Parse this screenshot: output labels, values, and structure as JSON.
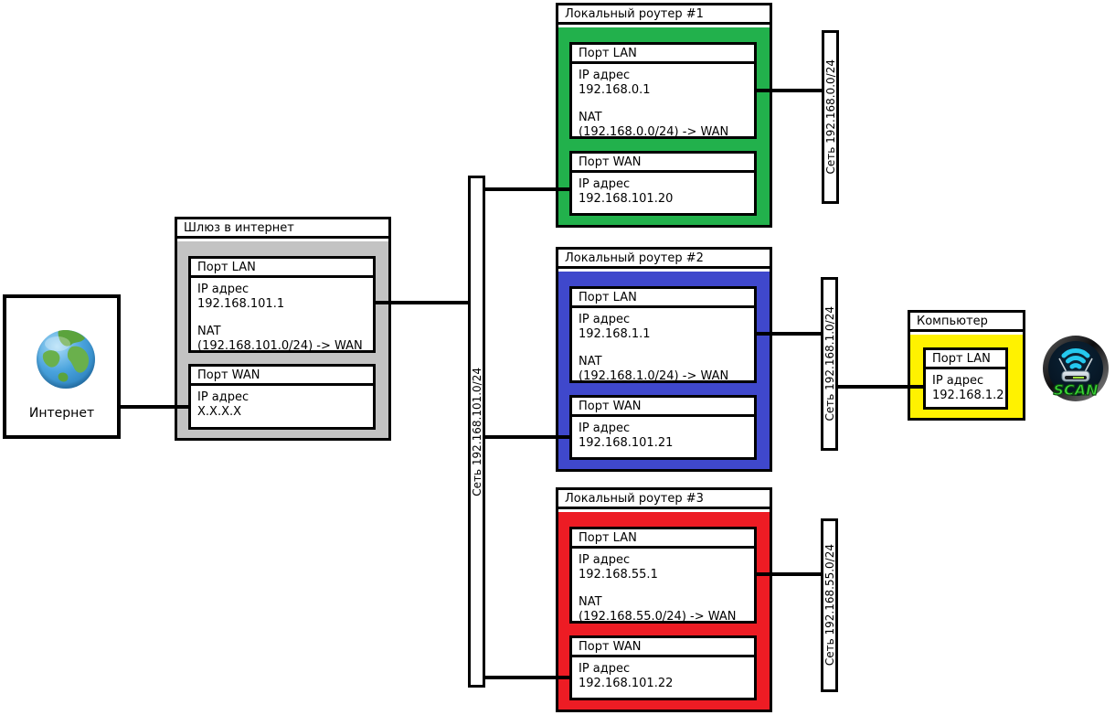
{
  "diagram": {
    "internet": {
      "label": "Интернет"
    },
    "labels": {
      "ip": "IP адрес",
      "nat": "NAT",
      "port_lan": "Порт LAN",
      "port_wan": "Порт WAN"
    },
    "gateway": {
      "title": "Шлюз в интернет",
      "body_color": "#c3c3c3",
      "lan_ip": "192.168.101.1",
      "nat_rule": "(192.168.101.0/24) -> WAN",
      "wan_ip": "X.X.X.X"
    },
    "main_network": {
      "label": "Сеть 192.168.101.0/24"
    },
    "routers": [
      {
        "title": "Локальный роутер #1",
        "body_color": "#22b14c",
        "lan_ip": "192.168.0.1",
        "nat_rule": "(192.168.0.0/24) -> WAN",
        "wan_ip": "192.168.101.20",
        "network_label": "Сеть 192.168.0.0/24"
      },
      {
        "title": "Локальный роутер #2",
        "body_color": "#3f48cc",
        "lan_ip": "192.168.1.1",
        "nat_rule": "(192.168.1.0/24) -> WAN",
        "wan_ip": "192.168.101.21",
        "network_label": "Сеть 192.168.1.0/24"
      },
      {
        "title": "Локальный роутер #3",
        "body_color": "#ed1c24",
        "lan_ip": "192.168.55.1",
        "nat_rule": "(192.168.55.0/24) -> WAN",
        "wan_ip": "192.168.101.22",
        "network_label": "Сеть 192.168.55.0/24"
      }
    ],
    "computer": {
      "title": "Компьютер",
      "body_color": "#fff200",
      "lan_ip": "192.168.1.2"
    },
    "scan_icon": {
      "label": "SCAN"
    }
  }
}
